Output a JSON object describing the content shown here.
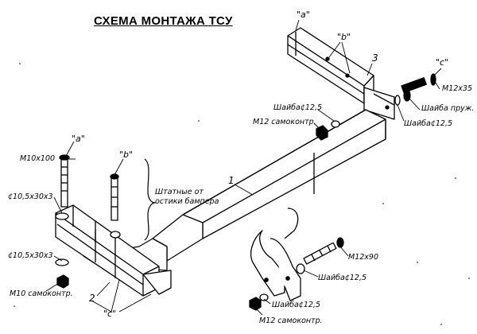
{
  "title": "СХЕМА МОНТАЖА ТСУ",
  "labels": {
    "m12x35": "M12x35",
    "washer_spring": "Шайба пруж.",
    "washer_12_5_right": "Шайба¢12,5",
    "washer_12_5_top": "Шайба¢12,5",
    "m12_nut_top": "M12 самоконтр.",
    "m10x100": "M10x100",
    "washer_10_5_a": "¢10,5x30x3",
    "washer_10_5_b": "¢10,5x30x3",
    "m10_nut": "M10 самоконтр.",
    "m12x90": "M12x90",
    "washer_12_5_mid": "Шайба¢12,5",
    "washer_12_5_bottom": "Шайба¢12,5",
    "m12_nut_bottom": "M12 самоконтр.",
    "bumper_note": "Штатные от\nостики бампера",
    "part_1": "1",
    "part_2": "2",
    "part_3": "3",
    "letter_a_top": "\"a\"",
    "letter_b_top": "\"b\"",
    "letter_c_right": "\"c\"",
    "letter_a_left": "\"a\"",
    "letter_b_left": "\"b\"",
    "letter_c_bottom": "\"c\""
  }
}
